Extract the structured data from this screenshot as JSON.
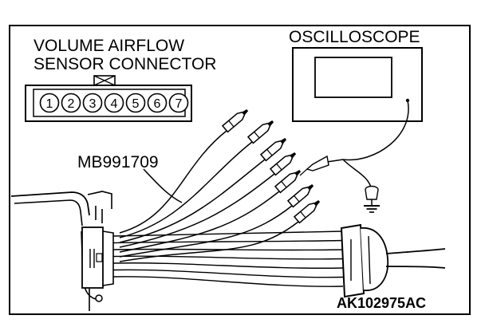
{
  "labels": {
    "connector_title_line1": "VOLUME AIRFLOW",
    "connector_title_line2": "SENSOR CONNECTOR",
    "oscilloscope": "OSCILLOSCOPE",
    "harness_tool": "MB991709",
    "figure_code": "AK102975AC"
  },
  "connector": {
    "pins": [
      "1",
      "2",
      "3",
      "4",
      "5",
      "6",
      "7"
    ]
  },
  "icons": {
    "connector_latch": "connector-latch-icon",
    "ground": "ground-icon"
  },
  "colors": {
    "line": "#000000",
    "background": "#ffffff"
  }
}
